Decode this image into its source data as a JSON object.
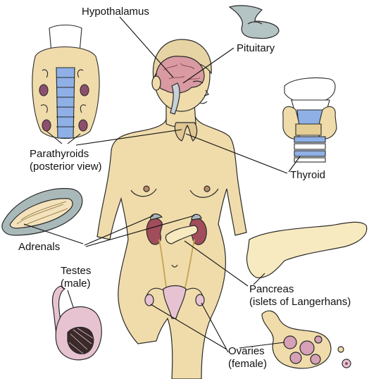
{
  "labels": {
    "hypothalamus": "Hypothalamus",
    "pituitary": "Pituitary",
    "parathyroids_line1": "Parathyroids",
    "parathyroids_line2": "(posterior view)",
    "thyroid": "Thyroid",
    "adrenals": "Adrenals",
    "testes_line1": "Testes",
    "testes_line2": "(male)",
    "pancreas_line1": "Pancreas",
    "pancreas_line2": "(islets of Langerhans)",
    "ovaries_line1": "Ovaries",
    "ovaries_line2": "(female)"
  },
  "colors": {
    "skin": "#f0dcab",
    "skin_dark": "#d9be86",
    "hair": "#e7d4a4",
    "brain": "#d99aa2",
    "kidney": "#a14d5c",
    "gland_purple": "#8c4f6e",
    "blue": "#8fb0e6",
    "pancreas": "#f8eac0",
    "adrenal_gray": "#a9b9ba",
    "outline": "#2a2a2a"
  }
}
